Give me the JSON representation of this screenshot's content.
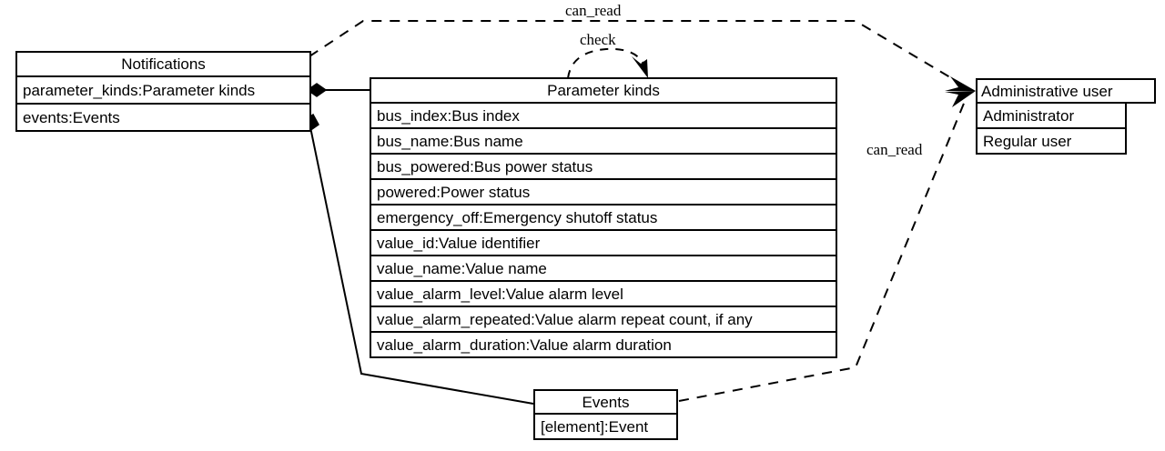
{
  "diagram": {
    "type": "uml-class-diagram",
    "background_color": "#ffffff",
    "line_color": "#000000"
  },
  "classes": {
    "notifications": {
      "title": "Notifications",
      "attributes": [
        "parameter_kinds:Parameter kinds",
        "events:Events"
      ]
    },
    "parameter_kinds": {
      "title": "Parameter kinds",
      "attributes": [
        "bus_index:Bus index",
        "bus_name:Bus name",
        "bus_powered:Bus power status",
        "powered:Power status",
        "emergency_off:Emergency shutoff status",
        "value_id:Value identifier",
        "value_name:Value name",
        "value_alarm_level:Value alarm level",
        "value_alarm_repeated:Value alarm repeat count, if any",
        "value_alarm_duration:Value alarm duration"
      ]
    },
    "events": {
      "title": "Events",
      "attributes": [
        "[element]:Event"
      ]
    },
    "administrative_user": {
      "title": "Administrative user",
      "attributes": [
        "Administrator",
        "Regular user"
      ]
    }
  },
  "edges": [
    {
      "id": "notifications-can-read-admin",
      "label": "can_read",
      "style": "dashed",
      "from": "notifications",
      "to": "administrative_user",
      "arrow": "open"
    },
    {
      "id": "check-parameter-kinds",
      "label": "check",
      "style": "dashed",
      "from": "notifications",
      "to": "parameter_kinds",
      "arrow": "open"
    },
    {
      "id": "events-can-read-admin",
      "label": "can_read",
      "style": "dashed",
      "from": "events",
      "to": "administrative_user",
      "arrow": "open"
    },
    {
      "id": "notifications-owns-parameter-kinds",
      "label": "",
      "style": "solid",
      "from": "notifications",
      "to": "parameter_kinds",
      "arrow": "filled-diamond"
    },
    {
      "id": "notifications-owns-events",
      "label": "",
      "style": "solid",
      "from": "notifications",
      "to": "events",
      "arrow": "filled-diamond"
    }
  ],
  "edge_labels": {
    "can_read_top": "can_read",
    "check": "check",
    "can_read_right": "can_read"
  }
}
